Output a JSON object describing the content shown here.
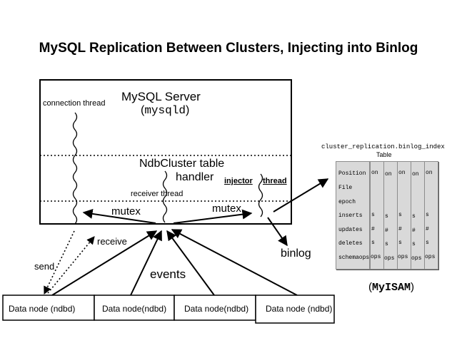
{
  "title": "MySQL Replication Between Clusters, Injecting into Binlog",
  "server": {
    "name": "MySQL Server",
    "process_open": "(",
    "process": "mysqld",
    "process_close": ")",
    "connection_thread": "connection thread",
    "handler_line1": "NdbCluster table",
    "handler_line2": "handler",
    "receiver_thread": "receiver thread",
    "injector_label": "injector",
    "thread_label": "thread",
    "mutex_left": "mutex",
    "mutex_right": "mutex"
  },
  "labels": {
    "receive": "receive",
    "send": "send",
    "events": "events",
    "binlog": "binlog"
  },
  "data_nodes": [
    "Data node (ndbd)",
    "Data node(ndbd)",
    "Data node(ndbd)",
    "Data node (ndbd)"
  ],
  "binlog_index": {
    "table_name": "cluster_replication.binlog_index",
    "subtitle": "Table",
    "rows": [
      "Position",
      "File",
      "epoch",
      "inserts",
      "updates",
      "deletes",
      "schemaops"
    ],
    "col_on": "on",
    "col_cells": [
      "s",
      "#",
      "s",
      "ops"
    ],
    "engine_open": "(",
    "engine": "MyISAM",
    "engine_close": ")"
  }
}
